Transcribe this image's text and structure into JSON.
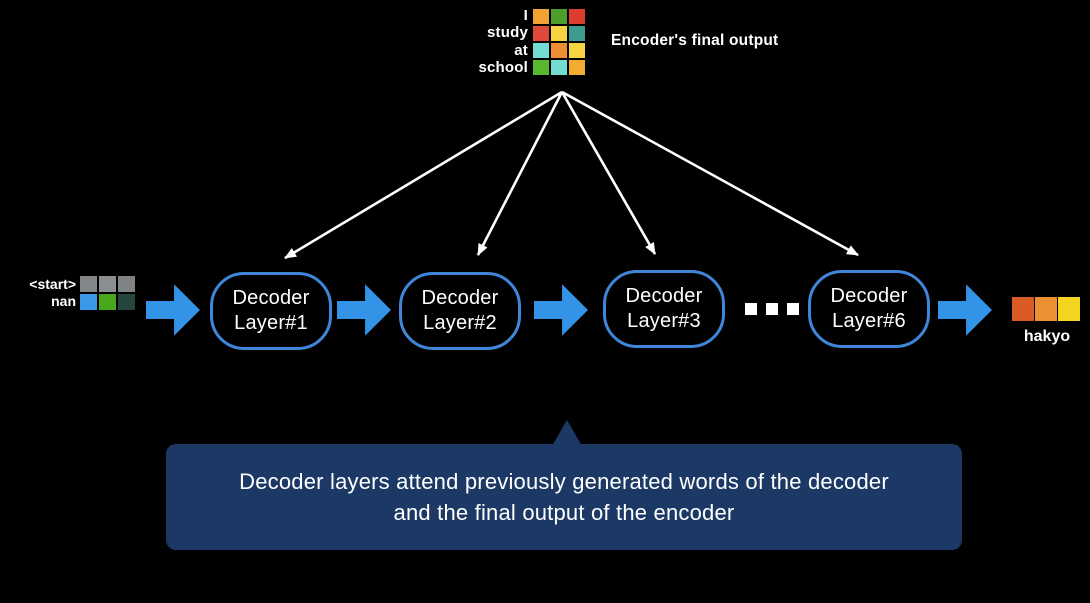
{
  "background": "#000000",
  "encoder_output": {
    "words": [
      "I",
      "study",
      "at",
      "school"
    ],
    "label": "Encoder's final output",
    "grid_colors": [
      [
        "#f0a232",
        "#4e9e2d",
        "#dd3d2e"
      ],
      [
        "#e04a3a",
        "#f6d343",
        "#3d9c8b"
      ],
      [
        "#72ddd0",
        "#ee8d33",
        "#f6d343"
      ],
      [
        "#56b930",
        "#72ddd0",
        "#f0ad32"
      ]
    ]
  },
  "decoder_input": {
    "words": [
      "<start>",
      "nan"
    ],
    "grid_colors": [
      [
        "#84878a",
        "#8c8f92",
        "#7f8386"
      ],
      [
        "#3b97e8",
        "#4aa81f",
        "#24463e"
      ]
    ]
  },
  "decoder_layers": [
    {
      "line1": "Decoder",
      "line2": "Layer#1"
    },
    {
      "line1": "Decoder",
      "line2": "Layer#2"
    },
    {
      "line1": "Decoder",
      "line2": "Layer#3"
    },
    {
      "line1": "Decoder",
      "line2": "Layer#6"
    }
  ],
  "ellipsis": "...",
  "decoder_output": {
    "word": "hakyo",
    "cell_colors": [
      "#d95b28",
      "#ed8f33",
      "#f5d41f"
    ]
  },
  "callout": {
    "line1": "Decoder layers attend previously generated words of the decoder",
    "line2": "and the final output of the encoder"
  },
  "colors": {
    "flow_arrow": "#3393e6",
    "box_border": "#3f86d9",
    "callout_bg": "#1c3966",
    "fan_arrow": "#ffffff"
  }
}
